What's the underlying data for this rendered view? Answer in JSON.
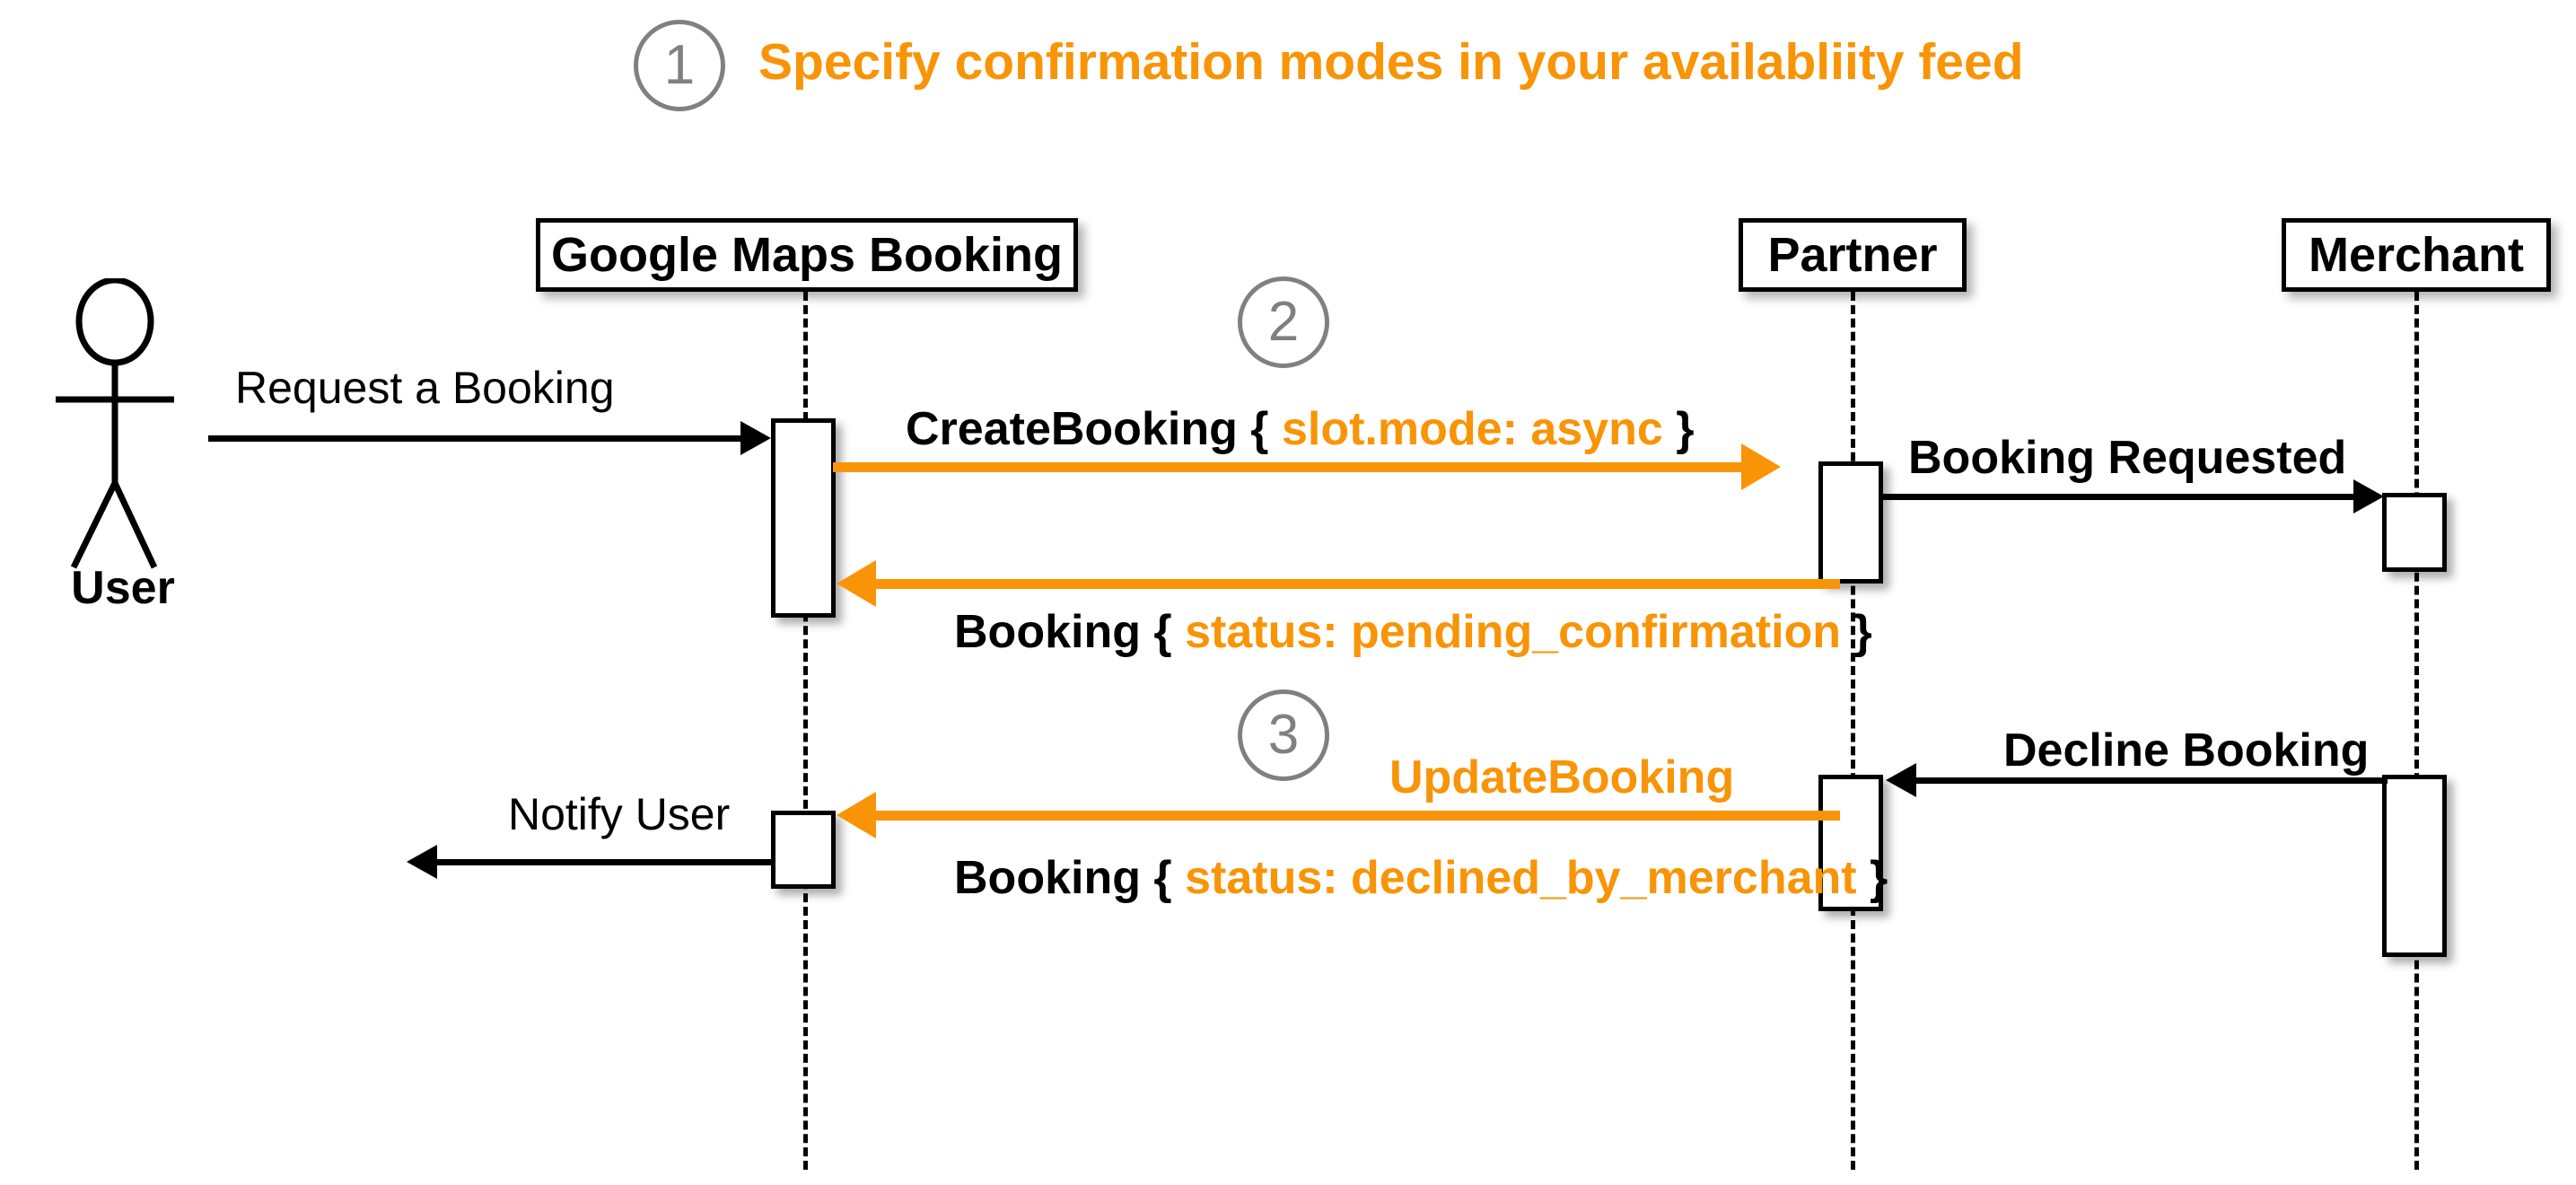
{
  "diagram": {
    "type": "uml-sequence-diagram",
    "title": {
      "step": "1",
      "text": "Specify confirmation modes in your availabliity feed",
      "color": "#F89406"
    },
    "step_markers": [
      {
        "number": "1",
        "color": "#808080"
      },
      {
        "number": "2",
        "color": "#808080"
      },
      {
        "number": "3",
        "color": "#808080"
      }
    ],
    "actor": {
      "name": "User",
      "icon": "stick-figure-actor-icon"
    },
    "participants": [
      {
        "id": "gmb",
        "label": "Google Maps Booking"
      },
      {
        "id": "partner",
        "label": "Partner"
      },
      {
        "id": "merchant",
        "label": "Merchant"
      }
    ],
    "messages": [
      {
        "id": "request-a-booking",
        "label": "Request a Booking",
        "from": "User",
        "to": "Google Maps Booking",
        "color": "black",
        "weight": "regular",
        "direction": "right"
      },
      {
        "id": "create-booking",
        "label_prefix": "CreateBooking",
        "label_open_brace": "{",
        "label_highlight": "slot.mode: async",
        "label_close_brace": "}",
        "from": "Google Maps Booking",
        "to": "Partner",
        "color": "orange",
        "direction": "right"
      },
      {
        "id": "booking-requested",
        "label": "Booking Requested",
        "from": "Partner",
        "to": "Merchant",
        "color": "black",
        "weight": "bold",
        "direction": "right"
      },
      {
        "id": "booking-pending-confirmation",
        "label_prefix": "Booking",
        "label_open_brace": "{",
        "label_highlight": "status: pending_confirmation",
        "label_close_brace": "}",
        "from": "Partner",
        "to": "Google Maps Booking",
        "color": "orange",
        "direction": "left"
      },
      {
        "id": "decline-booking",
        "label": "Decline Booking",
        "from": "Merchant",
        "to": "Partner",
        "color": "black",
        "weight": "bold",
        "direction": "left"
      },
      {
        "id": "update-booking",
        "label": "UpdateBooking",
        "from": "Partner",
        "to": "Google Maps Booking",
        "color": "orange",
        "direction": "left"
      },
      {
        "id": "booking-declined-by-merchant",
        "label_prefix": "Booking",
        "label_open_brace": "{",
        "label_highlight": "status: declined_by_merchant",
        "label_close_brace": "}",
        "from": "Partner",
        "to": "Google Maps Booking",
        "color": "orange",
        "direction": "left"
      },
      {
        "id": "notify-user",
        "label": "Notify User",
        "from": "Google Maps Booking",
        "to": "User",
        "color": "black",
        "weight": "regular",
        "direction": "left"
      }
    ],
    "colors": {
      "accent_orange": "#F89406",
      "line_black": "#000000",
      "marker_gray": "#808080",
      "background": "#FFFFFF"
    }
  }
}
